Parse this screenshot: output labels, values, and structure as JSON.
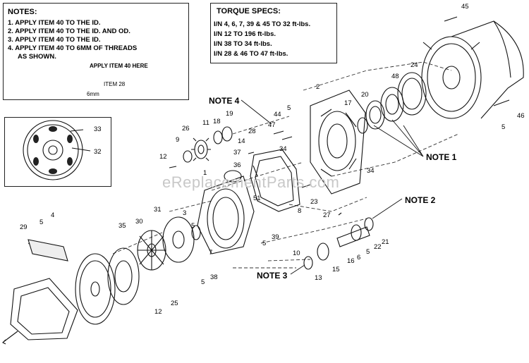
{
  "notes": {
    "title": "NOTES:",
    "lines": [
      "1. APPLY ITEM 40 TO THE ID.",
      "2. APPLY ITEM 40 TO THE ID. AND OD.",
      "3. APPLY ITEM 40 TO THE ID.",
      "4. APPLY ITEM 40 TO 6MM OF THREADS",
      "AS SHOWN."
    ],
    "apply_label": "APPLY ITEM 40 HERE",
    "item_label": "ITEM 28",
    "dim_label": "6mm"
  },
  "torque": {
    "title": "TORQUE SPECS:",
    "lines": [
      "I/N 4, 6, 7, 39 & 45  TO 32 ft-lbs.",
      "I/N 12 TO 196 ft-lbs.",
      "I/N 38 TO 34 ft-lbs.",
      "I/N 28 & 46 TO 47 ft-lbs."
    ]
  },
  "inset_labels": [
    "33",
    "32"
  ],
  "note_callouts": [
    "NOTE 4",
    "NOTE 1",
    "NOTE 2",
    "NOTE 3"
  ],
  "part_labels": [
    "45",
    "46",
    "5",
    "24",
    "48",
    "20",
    "2",
    "17",
    "44",
    "5",
    "47",
    "28",
    "34",
    "34",
    "23",
    "27",
    "8",
    "14",
    "37",
    "36",
    "51",
    "11",
    "18",
    "19",
    "26",
    "9",
    "12",
    "1",
    "31",
    "3",
    "5",
    "7",
    "38",
    "5",
    "39",
    "5",
    "35",
    "30",
    "29",
    "5",
    "4",
    "12",
    "25",
    "10",
    "13",
    "15",
    "16",
    "6",
    "5",
    "22",
    "21"
  ],
  "watermark": "eReplacementParts.com"
}
